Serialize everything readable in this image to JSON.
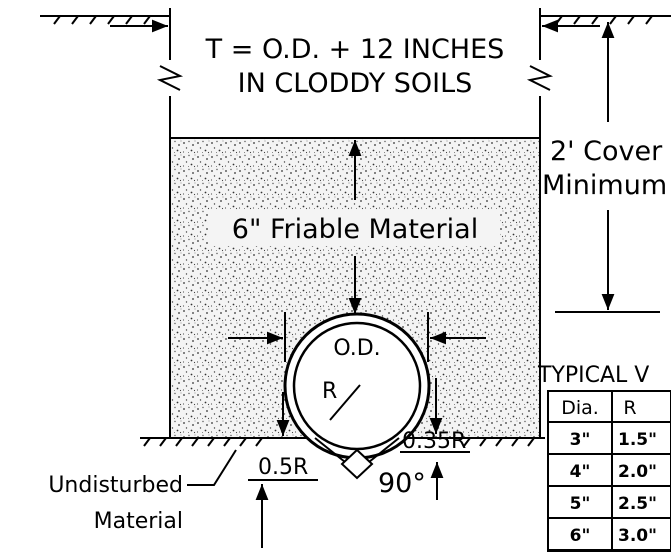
{
  "trench_width_note": {
    "line1": "T = O.D. + 12 INCHES",
    "line2": "IN CLODDY SOILS"
  },
  "cover_note": {
    "line1": "2' Cover",
    "line2": "Minimum"
  },
  "friable_label": "6\" Friable Material",
  "pipe": {
    "od_label": "O.D.",
    "radius_label": "R"
  },
  "dimensions": {
    "right_offset": "0.35R",
    "bottom_offset": "0.5R",
    "angle": "90°"
  },
  "undisturbed_label": {
    "line1": "Undisturbed",
    "line2": "Material"
  },
  "typical_table": {
    "title": "TYPICAL V",
    "headers": [
      "Dia.",
      "R"
    ],
    "rows": [
      [
        "3\"",
        "1.5\""
      ],
      [
        "4\"",
        "2.0\""
      ],
      [
        "5\"",
        "2.5\""
      ],
      [
        "6\"",
        "3.0\""
      ]
    ]
  }
}
